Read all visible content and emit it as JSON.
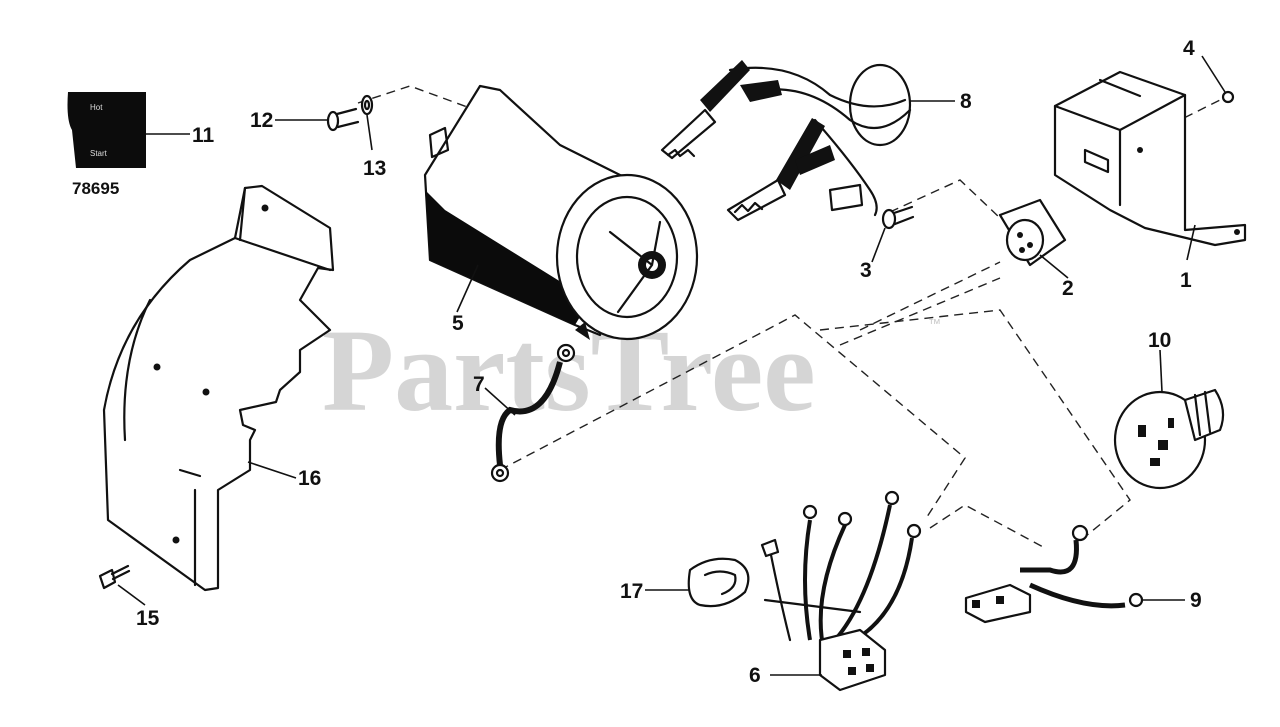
{
  "diagram": {
    "watermark": "PartsTree",
    "watermark_mark": "™",
    "decal_part_number": "78695",
    "decal_lines": [
      "Hot",
      "Start"
    ],
    "callouts": {
      "c1": "1",
      "c2": "2",
      "c3": "3",
      "c4": "4",
      "c5": "5",
      "c6": "6",
      "c7": "7",
      "c8": "8",
      "c9": "9",
      "c10": "10",
      "c11": "11",
      "c12": "12",
      "c13": "13",
      "c15": "15",
      "c16": "16",
      "c17": "17"
    }
  }
}
